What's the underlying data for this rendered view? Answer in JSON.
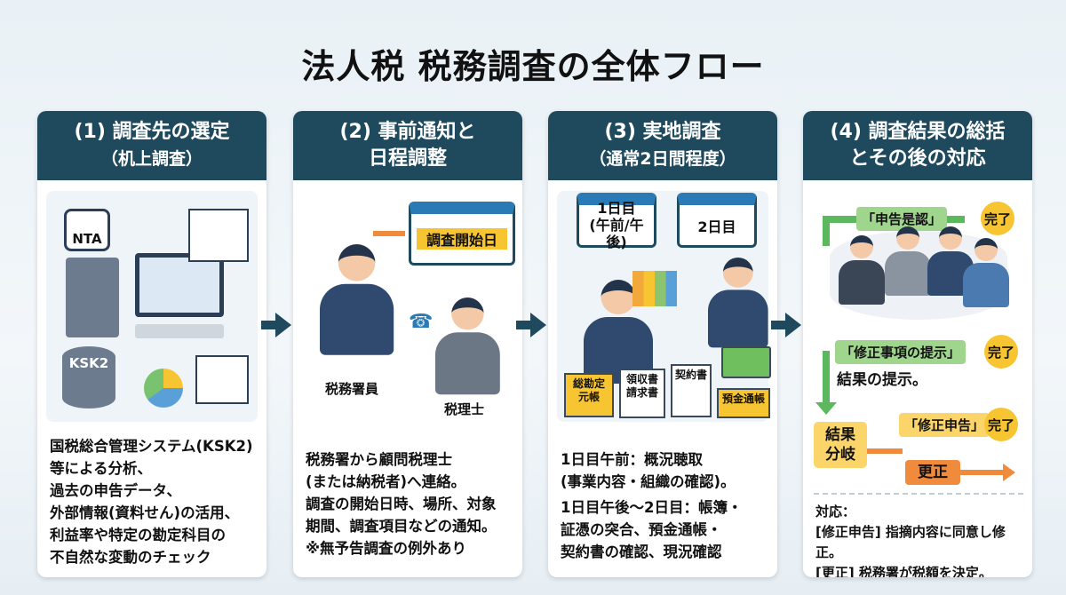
{
  "title": "法人税 税務調査の全体フロー",
  "steps": [
    {
      "title": "(1) 調査先の選定",
      "subtitle": "（机上調査）",
      "illustration": {
        "nta": "NTA",
        "ksk": "KSK2"
      },
      "body": [
        "国税総合管理システム(KSK2)",
        "等による分析、",
        "過去の申告データ、",
        "外部情報(資料せん)の活用、",
        "利益率や特定の勘定科目の",
        "不自然な変動のチェック"
      ]
    },
    {
      "title": "(2) 事前通知と",
      "subtitle": "日程調整",
      "illustration": {
        "calendar": "調査開始日",
        "officer": "税務署員",
        "accountant": "税理士"
      },
      "body": [
        "税務署から顧問税理士",
        "(または納税者)へ連絡。",
        "調査の開始日時、場所、対象",
        "期間、調査項目などの通知。",
        "※無予告調査の例外あり"
      ]
    },
    {
      "title": "(3) 実地調査",
      "subtitle": "（通常2日間程度）",
      "illustration": {
        "day1": "1日目",
        "day1_sub": "(午前/午後)",
        "day2": "2日目",
        "ledger": "総勘定元帳",
        "receipt": "領収書 請求書",
        "contract": "契約書",
        "passbook": "預金通帳"
      },
      "body": [
        "1日目午前：概況聴取",
        "(事業内容・組織の確認)。",
        "1日目午後〜2日目：帳簿・",
        "証憑の突合、預金通帳・",
        "契約書の確認、現況確認"
      ]
    },
    {
      "title": "(4) 調査結果の総括",
      "subtitle": "とその後の対応",
      "flow": {
        "approve": "「申告是認」",
        "done": "完了",
        "present": "「修正事項の提示」",
        "present_note": "結果の提示。",
        "branch": "結果\n分岐",
        "amend": "「修正申告」",
        "correction": "更正"
      },
      "body": [
        "対応：",
        "[修正申告] 指摘内容に同意し修正。",
        "[更正] 税務署が税額を決定。"
      ]
    }
  ],
  "colors": {
    "header": "#1f4a5e",
    "green": "#5cb85c",
    "yellow": "#f7c531",
    "orange": "#f08a3c"
  }
}
